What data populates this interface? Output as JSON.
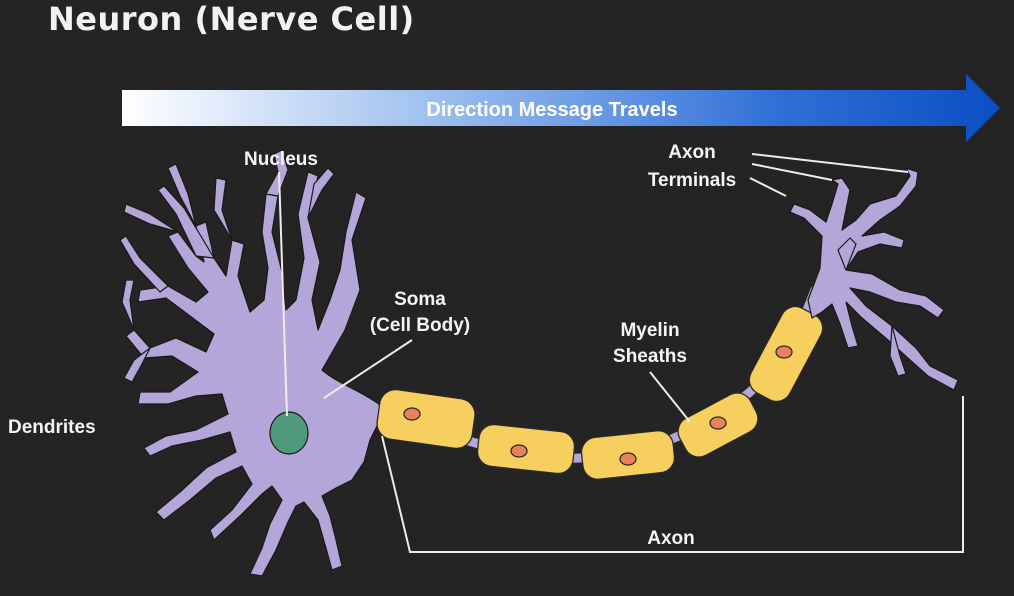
{
  "title": "Neuron (Nerve Cell)",
  "direction_arrow": {
    "label": "Direction Message Travels"
  },
  "labels": {
    "nucleus": "Nucleus",
    "soma_line1": "Soma",
    "soma_line2": "(Cell Body)",
    "dendrites": "Dendrites",
    "myelin_line1": "Myelin",
    "myelin_line2": "Sheaths",
    "axon_terminals_line1": "Axon",
    "axon_terminals_line2": "Terminals",
    "axon": "Axon"
  },
  "colors": {
    "background": "#242424",
    "neuron_body": "#b4a6d8",
    "nucleus": "#4f9a7a",
    "myelin": "#f6cf5f",
    "myelin_node": "#e9825a",
    "arrow_start": "#ffffff",
    "arrow_end": "#0b4fc9"
  }
}
